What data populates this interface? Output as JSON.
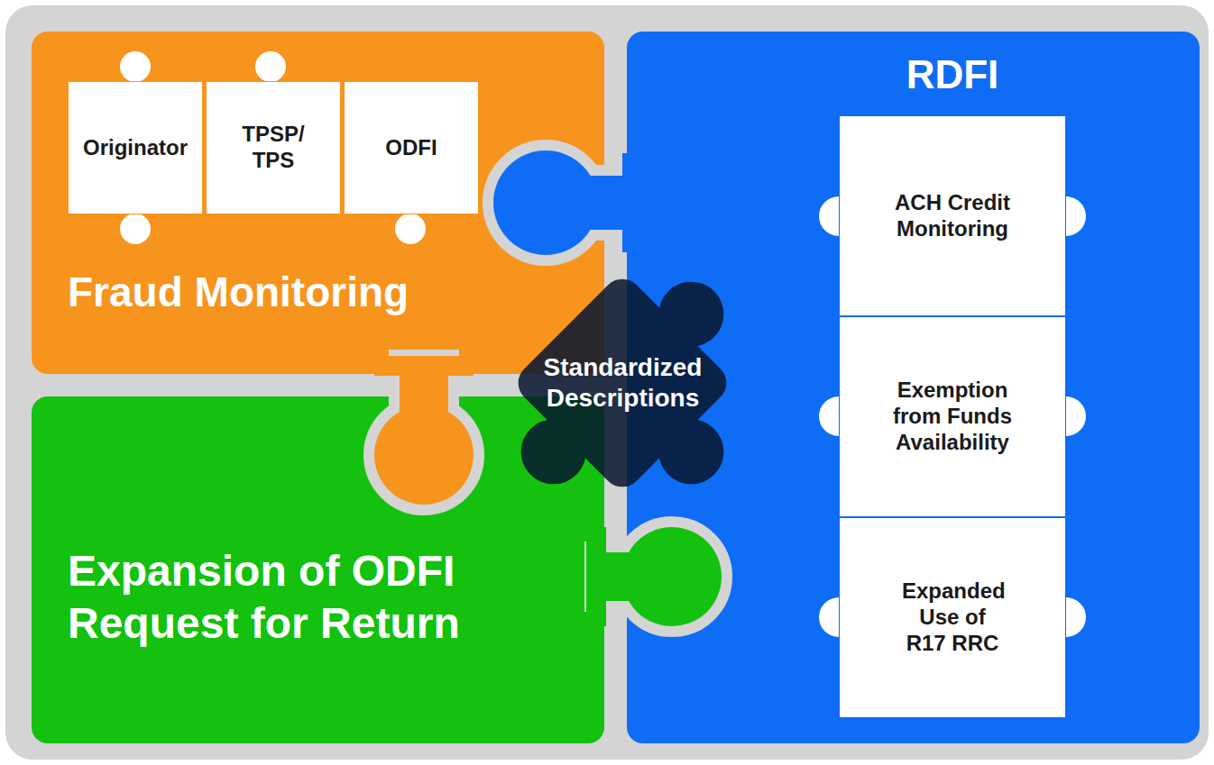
{
  "diagram": {
    "nodes": [
      {
        "text": [
          "Fraud Monitoring"
        ]
      },
      {
        "text": [
          "Originator"
        ],
        "in": 0
      },
      {
        "text": [
          "TPSP/ TPS"
        ],
        "in": 0
      },
      {
        "text": [
          "ODFI"
        ],
        "in": 0
      },
      {
        "text": [
          "RDFI"
        ]
      },
      {
        "text": [
          "ACH Credit Monitoring"
        ],
        "in": 4
      },
      {
        "text": [
          "Exemption from Funds Availability"
        ],
        "in": 4
      },
      {
        "text": [
          "Expanded Use of R17 RRC"
        ],
        "in": 4
      },
      {
        "text": [
          "Expansion of ODFI Request for Return"
        ]
      },
      {
        "text": [
          "Standardized Descriptions"
        ]
      }
    ]
  }
}
